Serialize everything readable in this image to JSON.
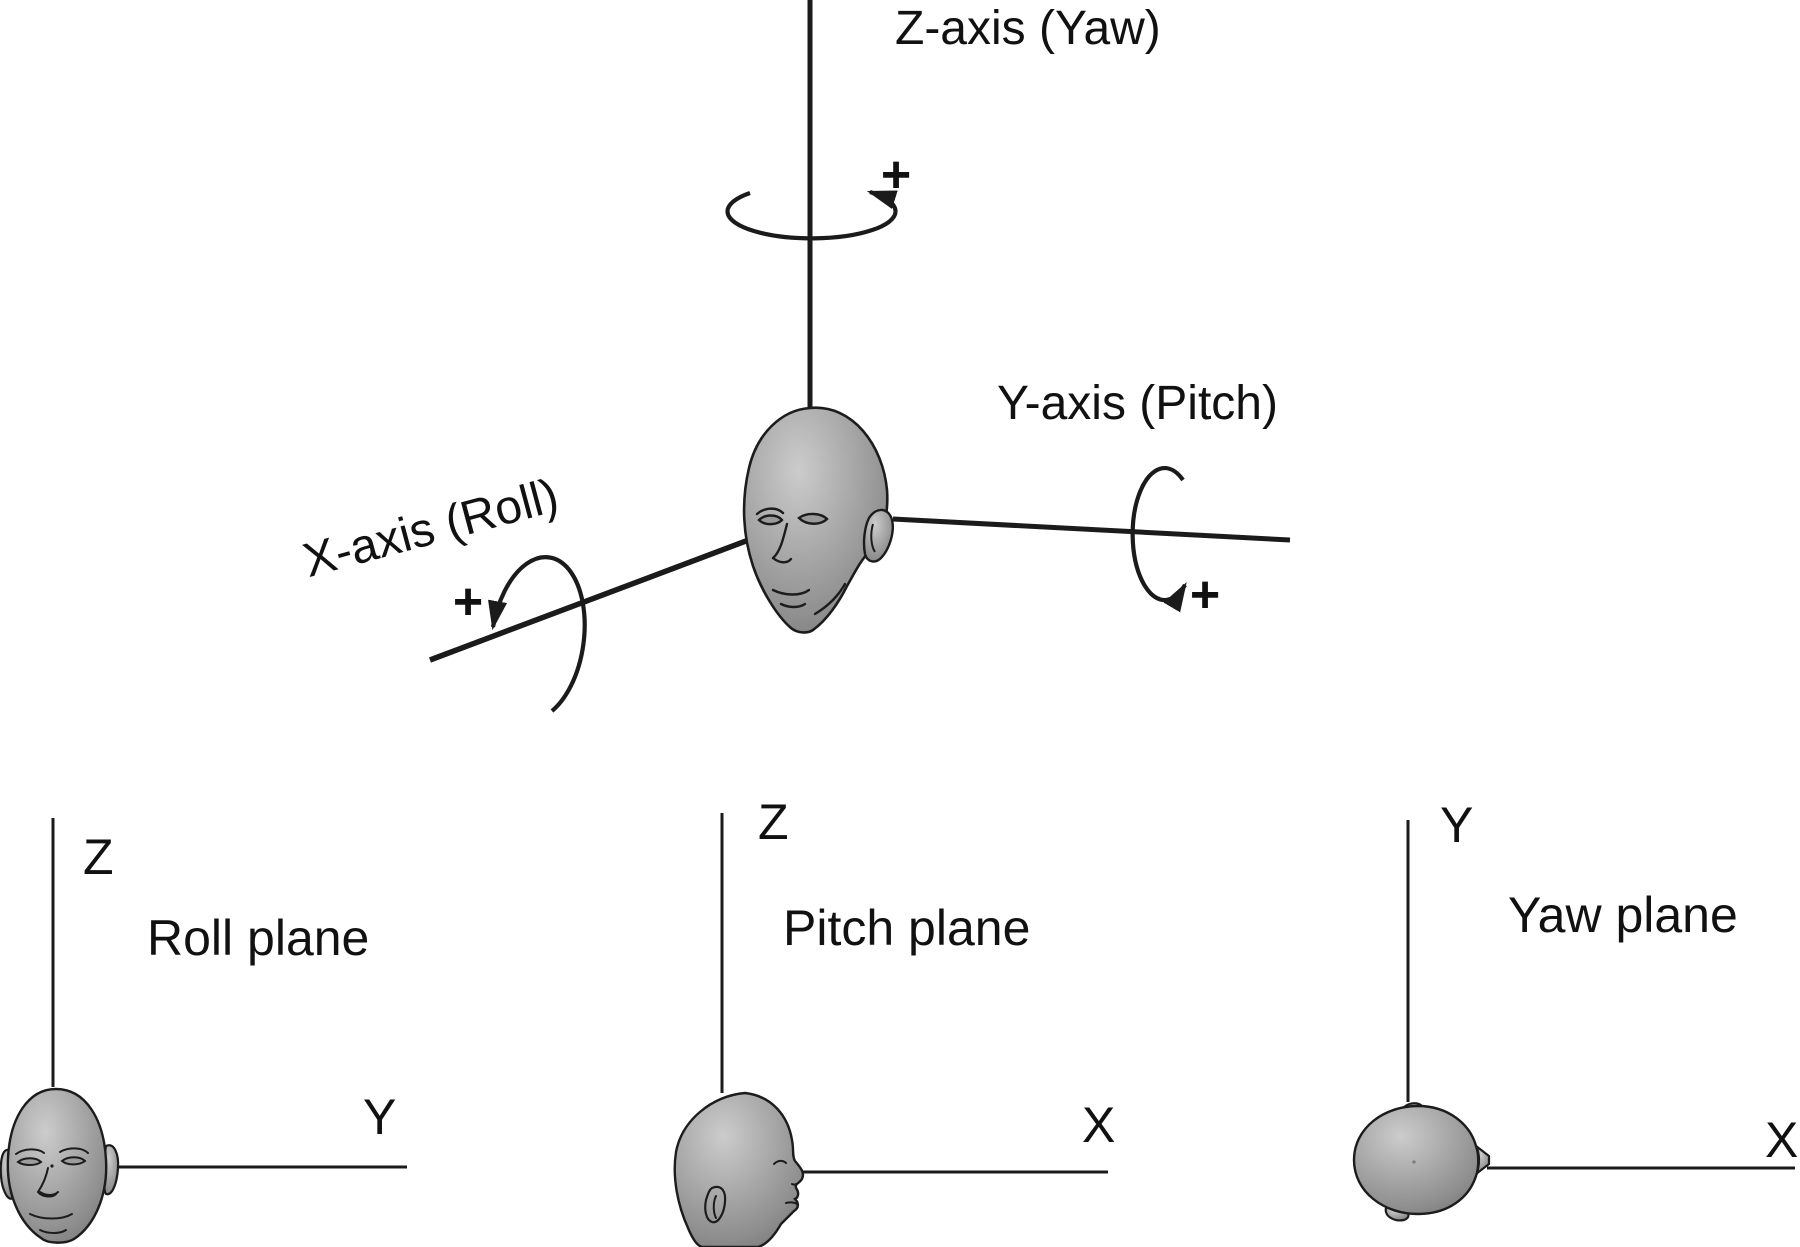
{
  "colors": {
    "background": "#ffffff",
    "line": "#1b1b1b",
    "text": "#111111",
    "head_light": "#c9c9c9",
    "head_mid": "#a5a5a5",
    "head_dark": "#757575"
  },
  "main_diagram": {
    "z_axis_label": "Z-axis (Yaw)",
    "y_axis_label": "Y-axis (Pitch)",
    "x_axis_label": "X-axis (Roll)",
    "yaw_plus": "+",
    "pitch_plus": "+",
    "roll_plus": "+"
  },
  "planes": {
    "roll": {
      "title": "Roll plane",
      "vertical_axis": "Z",
      "horizontal_axis": "Y"
    },
    "pitch": {
      "title": "Pitch plane",
      "vertical_axis": "Z",
      "horizontal_axis": "X"
    },
    "yaw": {
      "title": "Yaw plane",
      "vertical_axis": "Y",
      "horizontal_axis": "X"
    }
  }
}
